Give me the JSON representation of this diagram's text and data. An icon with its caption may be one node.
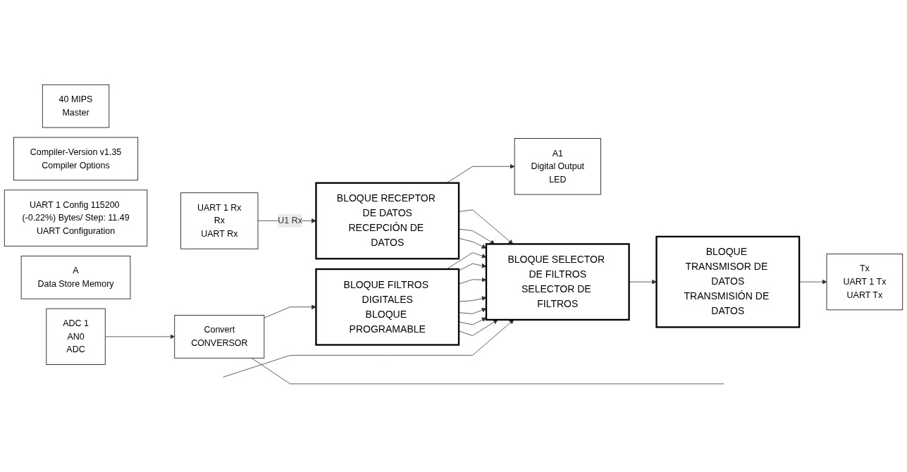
{
  "diagram": {
    "nodes": [
      {
        "text": [
          "40 MIPS",
          "Master"
        ]
      },
      {
        "text": [
          "Compiler-Version v1.35",
          "Compiler Options"
        ]
      },
      {
        "text": [
          "UART 1 Config 115200 (-0.22%) Bytes/ Step: 11.49",
          "UART Configuration"
        ]
      },
      {
        "text": [
          "A",
          "Data Store Memory"
        ]
      },
      {
        "text": [
          "UART 1 Rx",
          "Rx",
          "UART Rx"
        ]
      },
      {
        "text": [
          "BLOQUE RECEPTOR DE DATOS",
          "RECEPCIÓN DE DATOS"
        ]
      },
      {
        "text": [
          "A1",
          "Digital Output",
          "LED"
        ]
      },
      {
        "text": [
          "ADC 1",
          "AN0",
          "ADC"
        ]
      },
      {
        "text": [
          "Convert",
          "CONVERSOR"
        ]
      },
      {
        "text": [
          "BLOQUE FILTROS DIGITALES",
          "BLOQUE PROGRAMABLE"
        ]
      },
      {
        "text": [
          "BLOQUE SELECTOR DE FILTROS",
          "SELECTOR DE FILTROS"
        ]
      },
      {
        "text": [
          "BLOQUE TRANSMISOR DE DATOS",
          "TRANSMISIÓN DE DATOS"
        ]
      },
      {
        "text": [
          "Tx",
          "UART 1 Tx",
          "UART Tx"
        ]
      }
    ],
    "edges": [
      {
        "from": 4,
        "to": 5,
        "arrow": "to",
        "label": "U1 Rx"
      },
      {
        "from": 5,
        "to": 6,
        "arrow": "to"
      },
      {
        "from": 5,
        "to": 10,
        "arrow": "to"
      },
      {
        "from": 5,
        "to": 10,
        "arrow": "to"
      },
      {
        "from": 5,
        "to": 10,
        "arrow": "to"
      },
      {
        "from": 7,
        "to": 8,
        "arrow": "to"
      },
      {
        "from": 8,
        "to": 9,
        "arrow": "to"
      },
      {
        "from": 8,
        "to": null,
        "arrow": "none"
      },
      {
        "from": 9,
        "to": 10,
        "arrow": "to"
      },
      {
        "from": 9,
        "to": 10,
        "arrow": "to"
      },
      {
        "from": 9,
        "to": 10,
        "arrow": "to"
      },
      {
        "from": 9,
        "to": 10,
        "arrow": "to"
      },
      {
        "from": 9,
        "to": 10,
        "arrow": "to"
      },
      {
        "from": 9,
        "to": 10,
        "arrow": "to"
      },
      {
        "from": 9,
        "to": 10,
        "arrow": "to"
      },
      {
        "from": null,
        "to": 10,
        "arrow": "to"
      },
      {
        "from": 10,
        "to": 11,
        "arrow": "to"
      },
      {
        "from": 11,
        "to": 12,
        "arrow": "to"
      }
    ]
  }
}
